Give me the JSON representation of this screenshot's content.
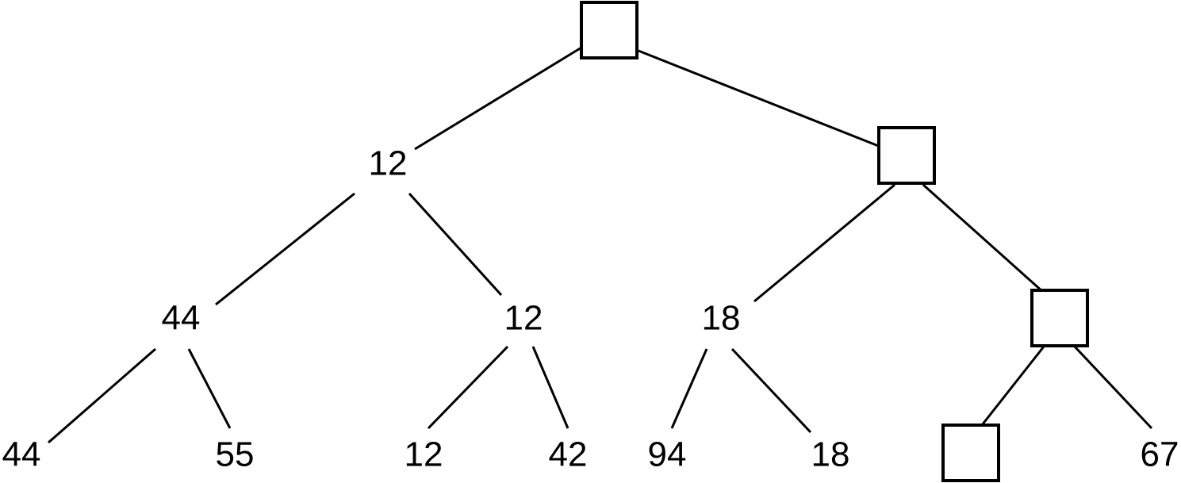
{
  "tree": {
    "root": {
      "label": ""
    },
    "n_l": {
      "label": "12"
    },
    "n_r": {
      "label": ""
    },
    "n_ll": {
      "label": "44"
    },
    "n_lr": {
      "label": "12"
    },
    "n_rl": {
      "label": "18"
    },
    "n_rr": {
      "label": ""
    },
    "leaf_1": {
      "label": "44"
    },
    "leaf_2": {
      "label": "55"
    },
    "leaf_3": {
      "label": "12"
    },
    "leaf_4": {
      "label": "42"
    },
    "leaf_5": {
      "label": "94"
    },
    "leaf_6": {
      "label": "18"
    },
    "leaf_7": {
      "label": ""
    },
    "leaf_8": {
      "label": "67"
    }
  }
}
